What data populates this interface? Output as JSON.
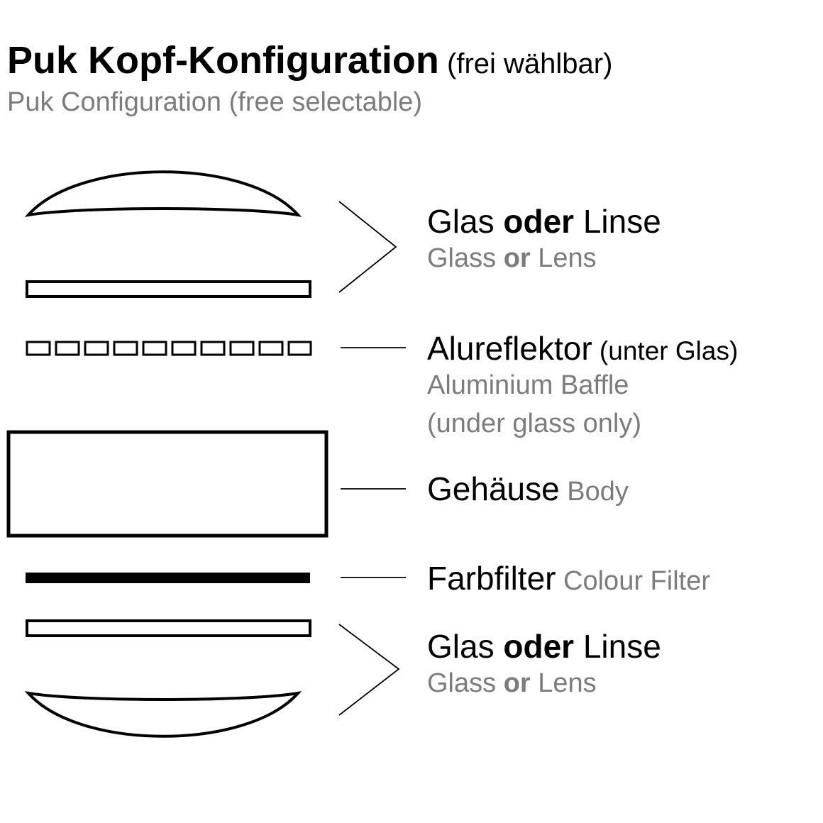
{
  "title": {
    "main": "Puk Kopf-Konfiguration",
    "suffix": " (frei wählbar)",
    "subtitle": "Puk Configuration (free selectable)"
  },
  "labels": {
    "glass_top": {
      "de_pre": "Glas ",
      "de_bold": "oder",
      "de_post": " Linse",
      "en_pre": "Glass ",
      "en_bold": "or",
      "en_post": " Lens"
    },
    "baffle": {
      "de_main": "Alureflektor",
      "de_note": " (unter Glas)",
      "en_line1": "Aluminium Baffle",
      "en_line2": "(under glass only)"
    },
    "body": {
      "de": "Gehäuse",
      "en": " Body"
    },
    "filter": {
      "de": "Farbfilter",
      "en": " Colour Filter"
    },
    "glass_bottom": {
      "de_pre": "Glas ",
      "de_bold": "oder",
      "de_post": " Linse",
      "en_pre": "Glass ",
      "en_bold": "or",
      "en_post": " Lens"
    }
  },
  "colors": {
    "text": "#000000",
    "muted": "#7c7c7c",
    "line": "#000000"
  }
}
